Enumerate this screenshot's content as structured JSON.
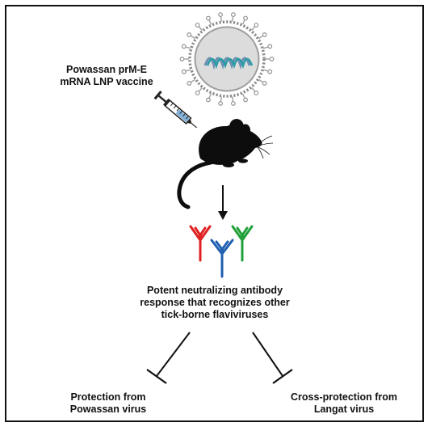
{
  "labels": {
    "vaccine": [
      "Powassan prM-E",
      "mRNA LNP vaccine"
    ],
    "response": [
      "Potent neutralizing antibody",
      "response that recognizes other",
      "tick-borne flaviviruses"
    ],
    "protection_left": [
      "Protection from",
      "Powassan virus"
    ],
    "protection_right": [
      "Cross-protection from",
      "Langat virus"
    ]
  },
  "colors": {
    "antibody_left": "#e02020",
    "antibody_center": "#1f5fb0",
    "antibody_right": "#22a03a",
    "mrna_strand_a": "#6e8fb3",
    "mrna_strand_b": "#2a9da6",
    "ink": "#111111"
  }
}
